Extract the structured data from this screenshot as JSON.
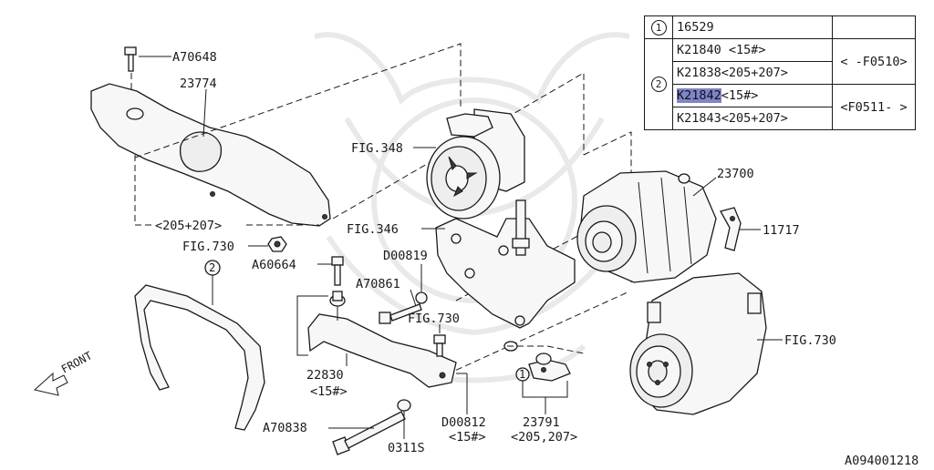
{
  "table": {
    "rows": [
      {
        "index": "1",
        "part": "16529",
        "note": ""
      },
      {
        "index": "2",
        "part": "K21840",
        "spec": "<15#>",
        "note": "< -F0510>"
      },
      {
        "part": "K21838",
        "spec": "<205+207>"
      },
      {
        "part": "K21842",
        "spec": "<15#>",
        "note": "<F0511- >",
        "highlighted": true
      },
      {
        "part": "K21843",
        "spec": "<205+207>"
      }
    ]
  },
  "labels": {
    "a70648": "A70648",
    "p23774": "23774",
    "fig348": "FIG.348",
    "p205_207": "<205+207>",
    "fig730_a": "FIG.730",
    "a60664": "A60664",
    "fig346": "FIG.346",
    "d00819": "D00819",
    "a70861": "A70861",
    "fig730_b": "FIG.730",
    "p23700": "23700",
    "p11717": "11717",
    "fig730_c": "FIG.730",
    "p2": "2",
    "front": "FRONT",
    "p22830": "22830",
    "p22830_spec": "<15#>",
    "p1": "1",
    "a70838": "A70838",
    "s0311": "0311S",
    "d00812": "D00812",
    "d00812_spec": "<15#>",
    "p23791": "23791",
    "p23791_spec": "<205,207>",
    "diagram_id": "A094001218"
  }
}
